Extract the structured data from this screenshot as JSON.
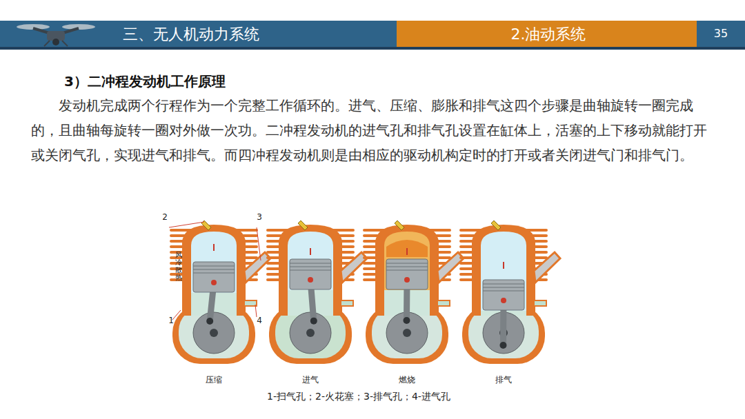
{
  "diagram": {
    "title": "3）二冲程发动机工作原理",
    "caption": "1-扫气孔；2-火花塞；3-排气孔；4-进气孔",
    "labels": [
      "三、无人机动力系统",
      "2.油动系统",
      "35",
      "发动机完成两个行程作为一个完整工作循环的。进气、压缩、膨胀和排气这四个步骤是曲轴旋转一圈完成的，且曲轴每旋转一圈对外做一次功。二冲程发动机的进气孔和排气孔设置在缸体上，活塞的上下移动就能打开或关闭气孔，实现进气和排气。而四冲程发动机则是由相应的驱动机构定时的打开或者关闭进气门和排气门。",
      "2",
      "3",
      "风冷散热",
      "1",
      "4",
      "压缩",
      "进气",
      "燃烧",
      "排气"
    ]
  }
}
